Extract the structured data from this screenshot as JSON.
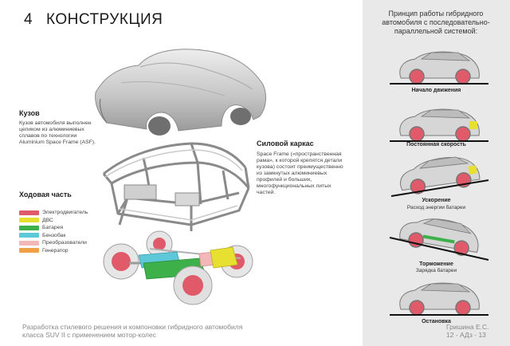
{
  "header": {
    "section_number": "4",
    "title": "КОНСТРУКЦИЯ"
  },
  "body_block": {
    "title": "Кузов",
    "lines": [
      "Кузов автомобиля выполнен",
      "целиком из алюминиевых",
      "сплавов по технологии",
      "Aluminium Space Frame (ASF)."
    ]
  },
  "frame_block": {
    "title": "Силовой каркас",
    "lines": [
      "Space Frame («пространственная",
      "рама», к которой крепятся детали",
      "кузова) состоит преимущественно",
      "из замкнутых алюминиевых",
      "профилей и больших,",
      "многофункциональных литых",
      "частей."
    ]
  },
  "chassis_block": {
    "title": "Ходовая часть",
    "legend": [
      {
        "label": "Электродвигатель",
        "color": "#e05a6a"
      },
      {
        "label": "ДВС",
        "color": "#e8e030"
      },
      {
        "label": "Батарея",
        "color": "#3db04a"
      },
      {
        "label": "Бензобак",
        "color": "#5cc8d8"
      },
      {
        "label": "Преобразователи",
        "color": "#f2b8b8"
      },
      {
        "label": "Генератор",
        "color": "#f0a048"
      }
    ]
  },
  "right_panel": {
    "title_lines": [
      "Принцип работы гибридного",
      "автомобиля с последовательно-",
      "параллельной системой:"
    ],
    "stages": [
      {
        "label": "Начало движения",
        "sub": ""
      },
      {
        "label": "Постоянная скорость",
        "sub": ""
      },
      {
        "label": "Ускорение",
        "sub": "Расход энергии батареи"
      },
      {
        "label": "Торможение",
        "sub": "Зарядка батареи"
      },
      {
        "label": "Остановка",
        "sub": ""
      }
    ]
  },
  "footer": {
    "left_lines": [
      "Разработка стилевого решения и компоновки гибридного автомобиля",
      "класса SUV II  с применением мотор-колес"
    ],
    "right_lines": [
      "Гришина Е.С.",
      "12 - АДз - 13"
    ]
  }
}
